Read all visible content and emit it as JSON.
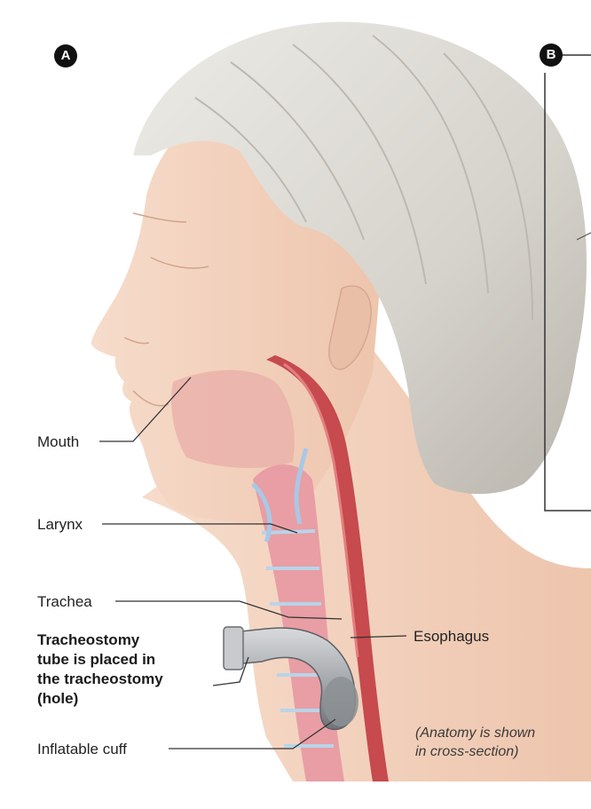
{
  "panels": {
    "a": "A",
    "b": "B"
  },
  "labels": {
    "mouth": "Mouth",
    "larynx": "Larynx",
    "trachea": "Trachea",
    "tube_line1": "Tracheostomy",
    "tube_line2": "tube is placed in",
    "tube_line3": "the tracheostomy",
    "tube_line4": "(hole)",
    "cuff": "Inflatable cuff",
    "esophagus": "Esophagus",
    "note_line1": "(Anatomy is shown",
    "note_line2": "in cross-section)"
  },
  "colors": {
    "hair": "#d9d6cf",
    "skin": "#f3d6c2",
    "airway": "#e8a3a6",
    "esophagus": "#c64a4e",
    "tube": "#a9acb0"
  }
}
